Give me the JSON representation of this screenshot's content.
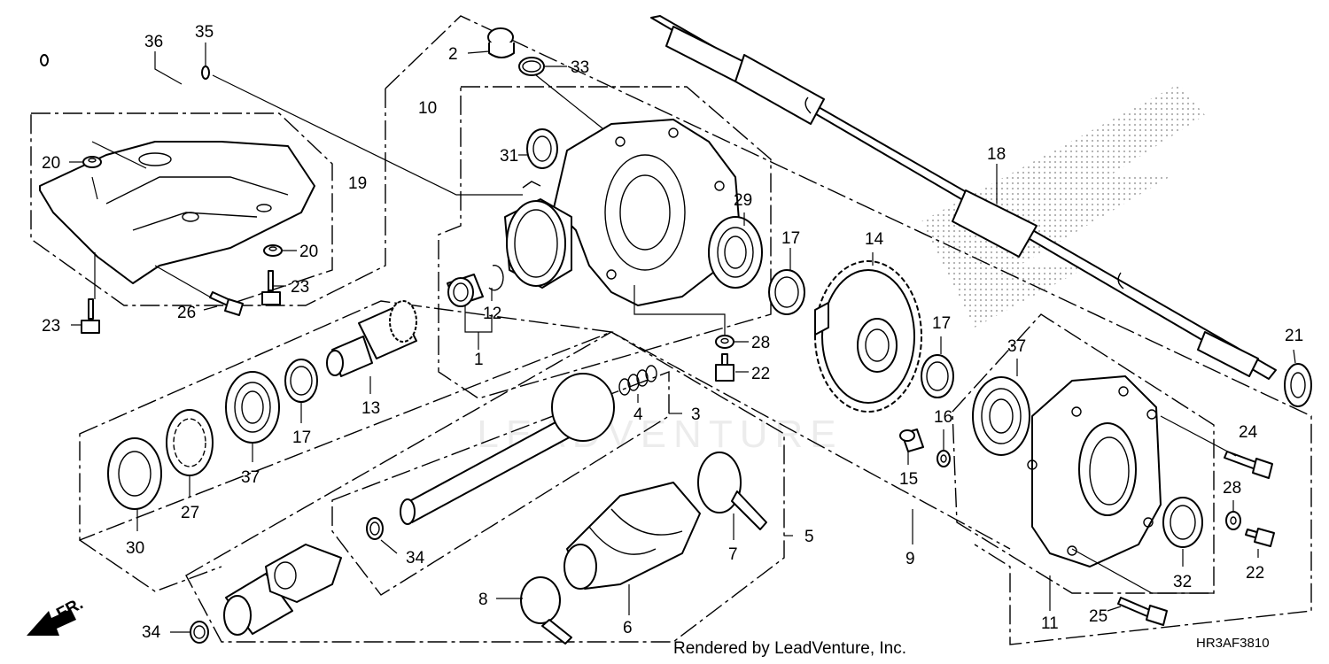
{
  "diagram": {
    "callouts": [
      "1",
      "2",
      "3",
      "4",
      "5",
      "6",
      "7",
      "8",
      "9",
      "10",
      "11",
      "12",
      "13",
      "14",
      "15",
      "16",
      "17",
      "18",
      "19",
      "20",
      "21",
      "22",
      "23",
      "24",
      "25",
      "26",
      "27",
      "28",
      "29",
      "30",
      "31",
      "32",
      "33",
      "34",
      "35",
      "36",
      "37"
    ],
    "labels": {
      "l1": "1",
      "l2": "2",
      "l3": "3",
      "l4": "4",
      "l5": "5",
      "l6": "6",
      "l7": "7",
      "l8": "8",
      "l9": "9",
      "l10": "10",
      "l11": "11",
      "l12": "12",
      "l13": "13",
      "l14": "14",
      "l15": "15",
      "l16": "16",
      "l17a": "17",
      "l17b": "17",
      "l17c": "17",
      "l18": "18",
      "l19": "19",
      "l20a": "20",
      "l20b": "20",
      "l21": "21",
      "l22a": "22",
      "l22b": "22",
      "l23a": "23",
      "l23b": "23",
      "l24": "24",
      "l25": "25",
      "l26": "26",
      "l27": "27",
      "l28a": "28",
      "l28b": "28",
      "l29": "29",
      "l30": "30",
      "l31": "31",
      "l32": "32",
      "l33": "33",
      "l34a": "34",
      "l34b": "34",
      "l35": "35",
      "l36": "36",
      "l37a": "37",
      "l37b": "37"
    },
    "direction_marker": "FR.",
    "watermark": "LEADVENTURE",
    "rendered_by": "Rendered by LeadVenture, Inc.",
    "diagram_code": "HR3AF3810"
  }
}
